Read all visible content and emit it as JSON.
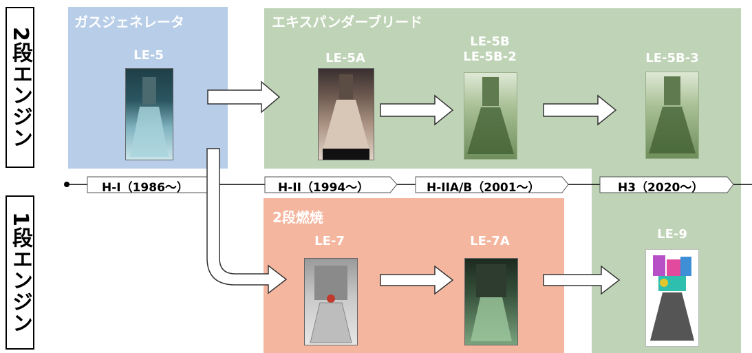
{
  "side_labels": {
    "upper": "2段エンジン",
    "lower": "1段エンジン"
  },
  "panels": {
    "gas_generator": {
      "title": "ガスジェネレータ",
      "color": "#b7cde8"
    },
    "expander_bleed": {
      "title": "エキスパンダーブリード",
      "color": "#bfd3b6"
    },
    "staged_combustion": {
      "title": "2段燃焼",
      "color": "#f5b6a0"
    }
  },
  "engines": {
    "le5": "LE-5",
    "le5a": "LE-5A",
    "le5b_line1": "LE-5B",
    "le5b_line2": "LE-5B-2",
    "le5b3": "LE-5B-3",
    "le7": "LE-7",
    "le7a": "LE-7A",
    "le9": "LE-9"
  },
  "timeline": [
    {
      "label": "H-I（1986〜）"
    },
    {
      "label": "H-II（1994〜）"
    },
    {
      "label": "H-IIA/B（2001〜）"
    },
    {
      "label": "H3（2020〜）"
    }
  ]
}
